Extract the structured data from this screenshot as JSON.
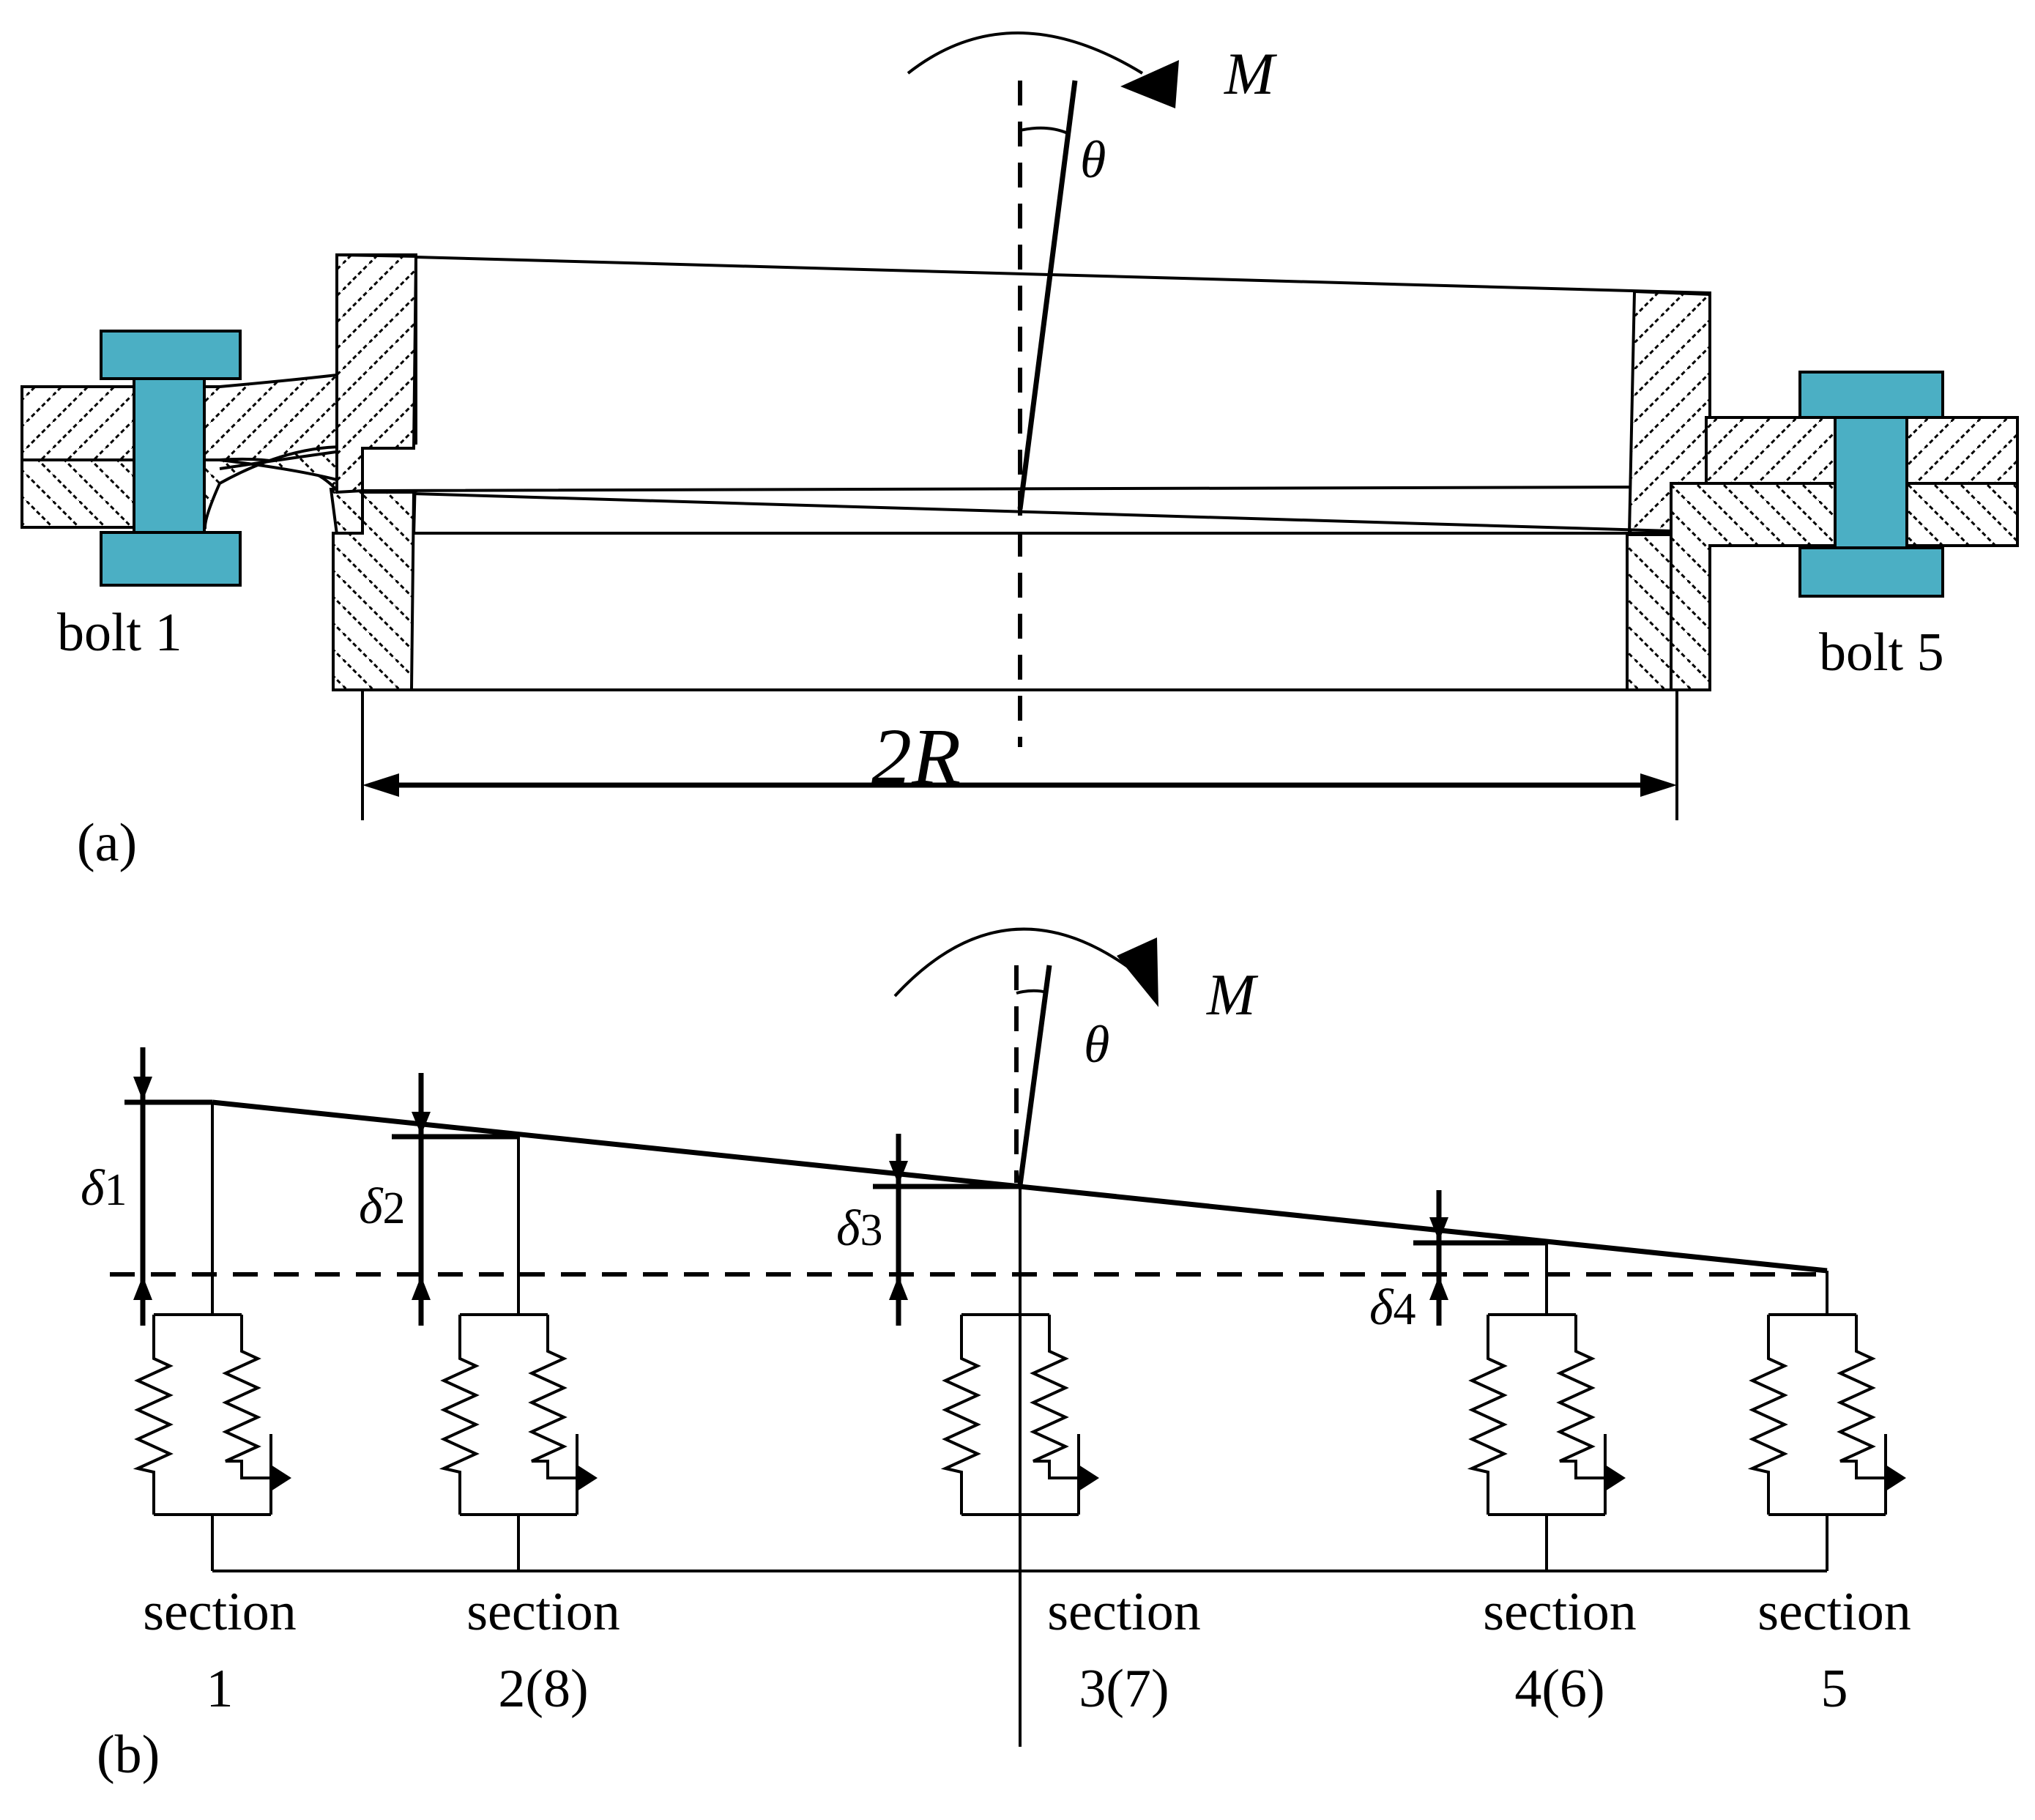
{
  "panel_a": {
    "label": "(a)",
    "moment": "M",
    "angle": "θ",
    "bolt_left": "bolt 1",
    "bolt_right": "bolt 5",
    "dimension": "2R"
  },
  "panel_b": {
    "label": "(b)",
    "moment": "M",
    "angle": "θ",
    "deltas": [
      {
        "sym": "δ",
        "sub": "1"
      },
      {
        "sym": "δ",
        "sub": "2"
      },
      {
        "sym": "δ",
        "sub": "3"
      },
      {
        "sym": "δ",
        "sub": "4"
      }
    ],
    "sections": [
      {
        "word": "section",
        "num": "1"
      },
      {
        "word": "section",
        "num": "2(8)"
      },
      {
        "word": "section",
        "num": "3(7)"
      },
      {
        "word": "section",
        "num": "4(6)"
      },
      {
        "word": "section",
        "num": "5"
      }
    ]
  },
  "colors": {
    "bolt": "#4BAFC4",
    "line": "#000000",
    "background": "#ffffff"
  }
}
